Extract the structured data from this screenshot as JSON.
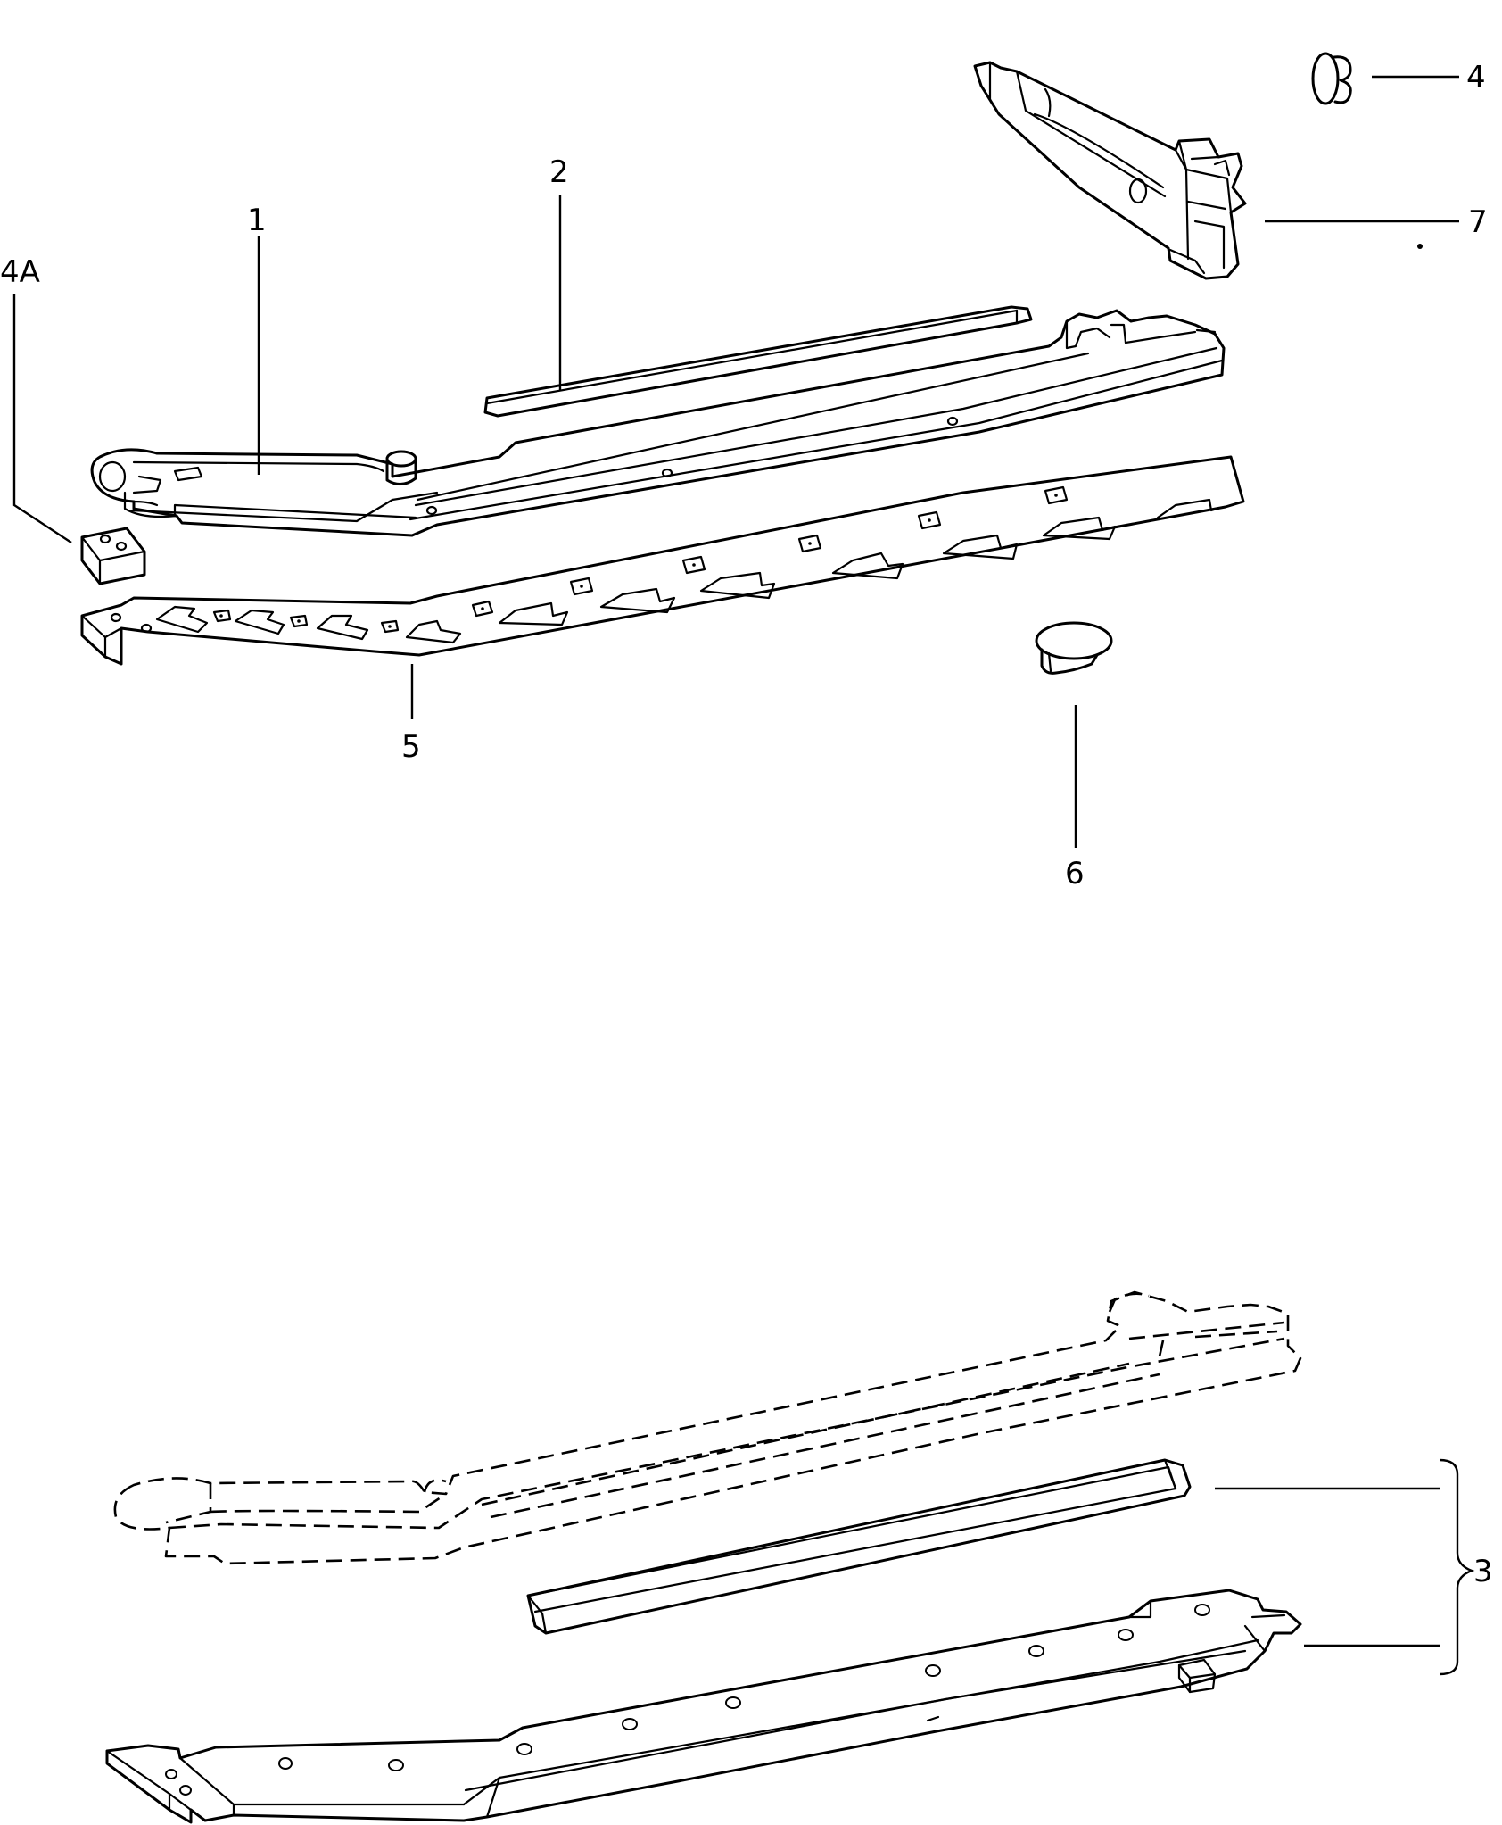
{
  "callouts": {
    "c1": "1",
    "c2": "2",
    "c3": "3",
    "c4": "4",
    "c4a": "4A",
    "c5": "5",
    "c6": "6",
    "c7": "7"
  }
}
